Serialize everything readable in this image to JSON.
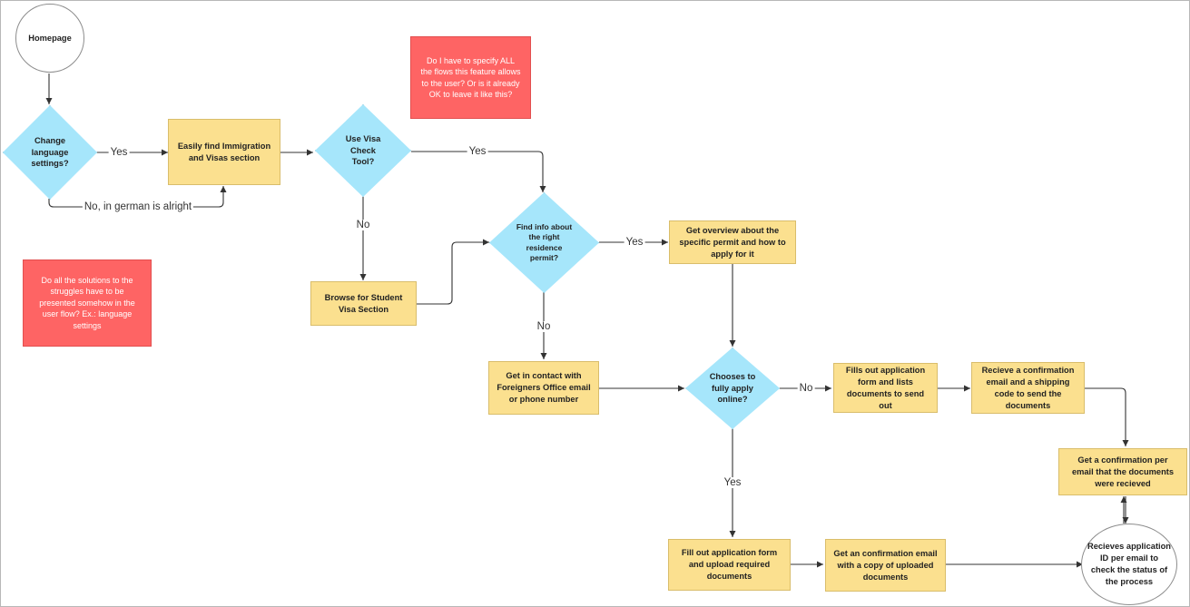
{
  "nodes": {
    "homepage": "Homepage",
    "change_language": "Change language settings?",
    "easily_find": "Easily find Immigration and Visas section",
    "use_visa_check": "Use Visa Check Tool?",
    "browse_student_visa": "Browse for Student Visa Section",
    "find_info": "Find info about the right residence permit?",
    "get_overview": "Get overview about the specific permit and how to apply for it",
    "get_in_contact": "Get in contact with Foreigners Office email or phone number",
    "chooses_online": "Chooses to fully apply online?",
    "fills_out_form": "Fills out application form and lists documents to send out",
    "recieve_confirmation_shipping": "Recieve a confirmation email and a shipping code to send the documents",
    "confirmation_documents_recieved": "Get a confirmation per email that the documents were recieved",
    "fill_out_upload": "Fill out application form and upload required documents",
    "confirmation_copy_uploaded": "Get an confirmation email with a copy of uploaded documents",
    "recieves_application_id": "Recieves application ID per email to check the status of the process"
  },
  "notes": {
    "specify_flows": "Do I have to specify ALL the flows this feature allows to the user? Or is it already OK to leave it like this?",
    "solutions_struggles": "Do all the solutions to the struggles have to be presented somehow in the user flow? Ex.: language settings"
  },
  "edge_labels": {
    "lang_yes": "Yes",
    "lang_no": "No, in german is alright",
    "visa_yes": "Yes",
    "visa_no": "No",
    "info_yes": "Yes",
    "info_no": "No",
    "online_no": "No",
    "online_yes": "Yes"
  },
  "colors": {
    "process": "#fbe08f",
    "decision": "#a6e6fb",
    "note": "#fe6464",
    "terminal_border": "#8c8c8c",
    "connector": "#333333"
  }
}
